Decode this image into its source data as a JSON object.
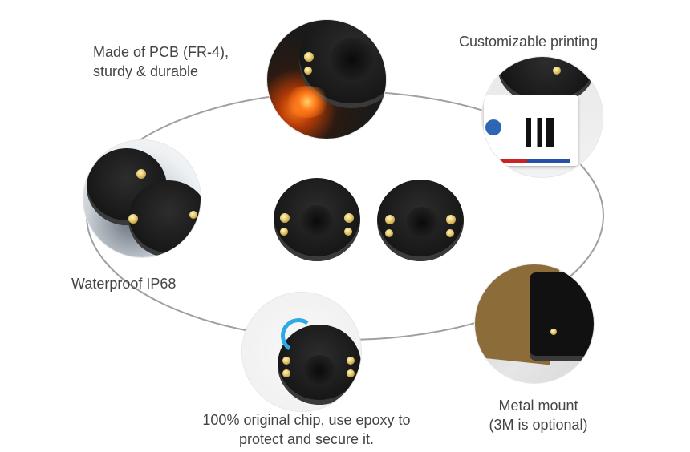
{
  "captions": {
    "pcb": [
      "Made of PCB (FR-4),",
      "sturdy & durable"
    ],
    "printing": [
      "Customizable printing"
    ],
    "waterproof": [
      "Waterproof IP68"
    ],
    "chip": [
      "100% original chip, use epoxy to",
      "protect and secure it."
    ],
    "metal": [
      "Metal mount",
      "(3M is optional)"
    ]
  },
  "icons": {
    "pcb": "pcb-sparks-photo-icon",
    "printing": "printed-label-qr-photo-icon",
    "waterproof": "water-splash-photo-icon",
    "chip": "nfc-chip-photo-icon",
    "metal": "metal-mount-3m-photo-icon"
  },
  "colors": {
    "ring": "#9a9a9a",
    "caption": "#444444",
    "tag_body": "#161616",
    "pad_gold": "#e7c76a"
  }
}
